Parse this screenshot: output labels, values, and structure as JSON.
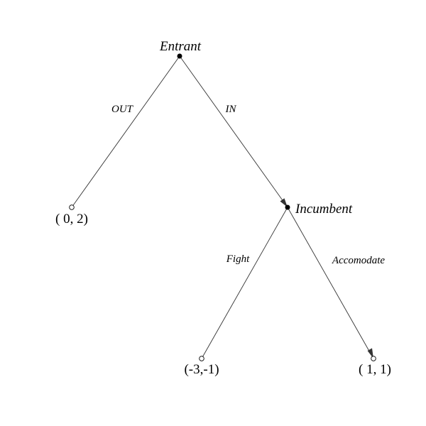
{
  "players": {
    "entrant": "Entrant",
    "incumbent": "Incumbent"
  },
  "actions": {
    "out": "OUT",
    "in": "IN",
    "fight": "Fight",
    "accommodate": "Accomodate"
  },
  "payoffs": {
    "out": "( 0, 2)",
    "fight": "(-3,-1)",
    "accommodate": "( 1, 1)"
  },
  "equilibrium_path": [
    "in",
    "accommodate"
  ]
}
